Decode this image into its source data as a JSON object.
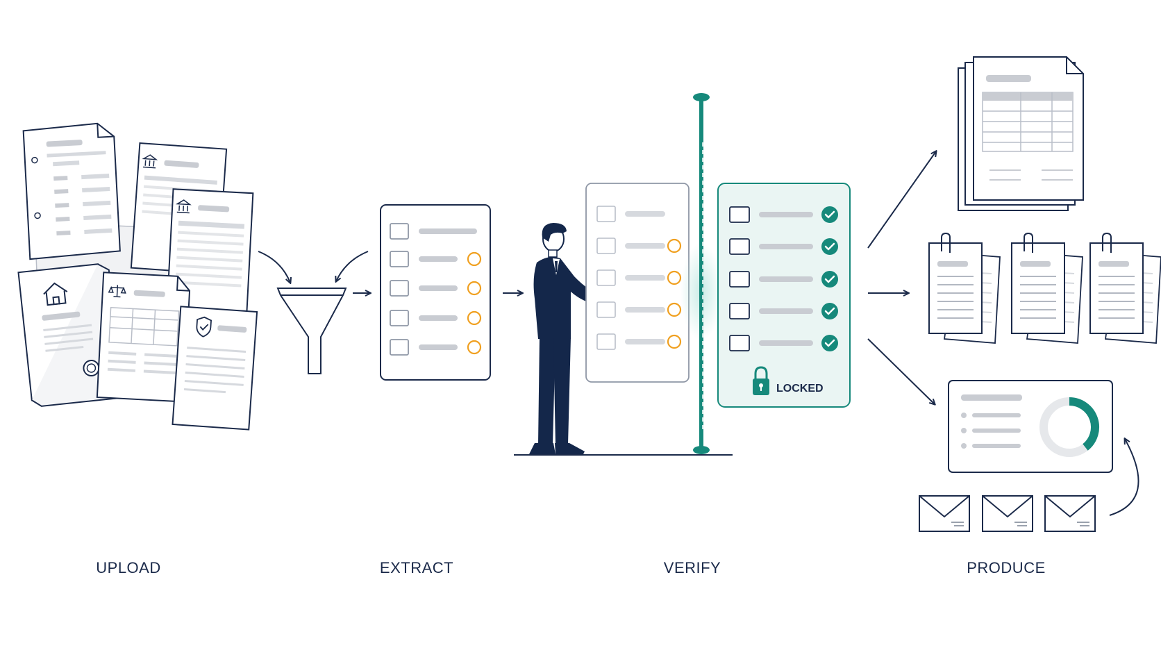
{
  "stages": [
    {
      "label": "UPLOAD"
    },
    {
      "label": "EXTRACT"
    },
    {
      "label": "VERIFY"
    },
    {
      "label": "PRODUCE"
    }
  ],
  "verify": {
    "locked_label": "LOCKED"
  },
  "colors": {
    "navy": "#1b2a4a",
    "teal": "#16897b",
    "teal_light": "#eaf5f3",
    "orange": "#f0a020",
    "gray_bar": "#c9ccd2",
    "gray_line": "#d6d9de"
  },
  "icons": [
    "house-icon",
    "bank-icon",
    "scales-icon",
    "shield-icon",
    "seal-icon",
    "funnel-icon",
    "lock-icon",
    "check-icon",
    "envelope-icon",
    "paperclip-icon",
    "donut-chart-icon",
    "person-figure"
  ]
}
